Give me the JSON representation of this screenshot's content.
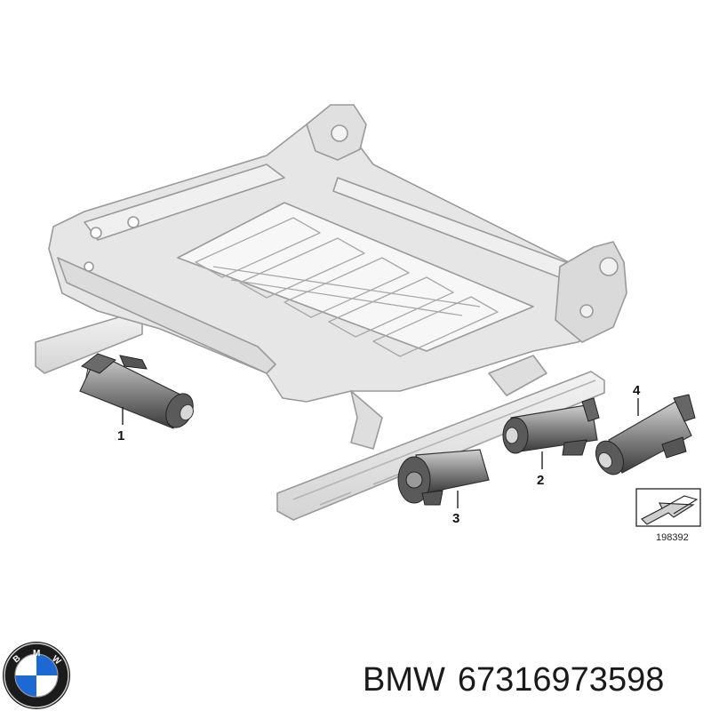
{
  "diagram": {
    "reference_id": "198392",
    "callouts": [
      "1",
      "2",
      "3",
      "4"
    ]
  },
  "logo": {
    "text": "BMW",
    "colors": {
      "ring": "#1b1b1b",
      "blue": "#1c69d4",
      "white": "#ffffff"
    }
  },
  "caption": {
    "brand": "BMW",
    "part_number": "67316973598"
  },
  "colors": {
    "frame_fill": "#e6e6e6",
    "frame_stroke": "#9a9a9a",
    "motor_dark": "#3a3a3a",
    "motor_mid": "#8c8c8c",
    "motor_light": "#d2d2d2"
  }
}
